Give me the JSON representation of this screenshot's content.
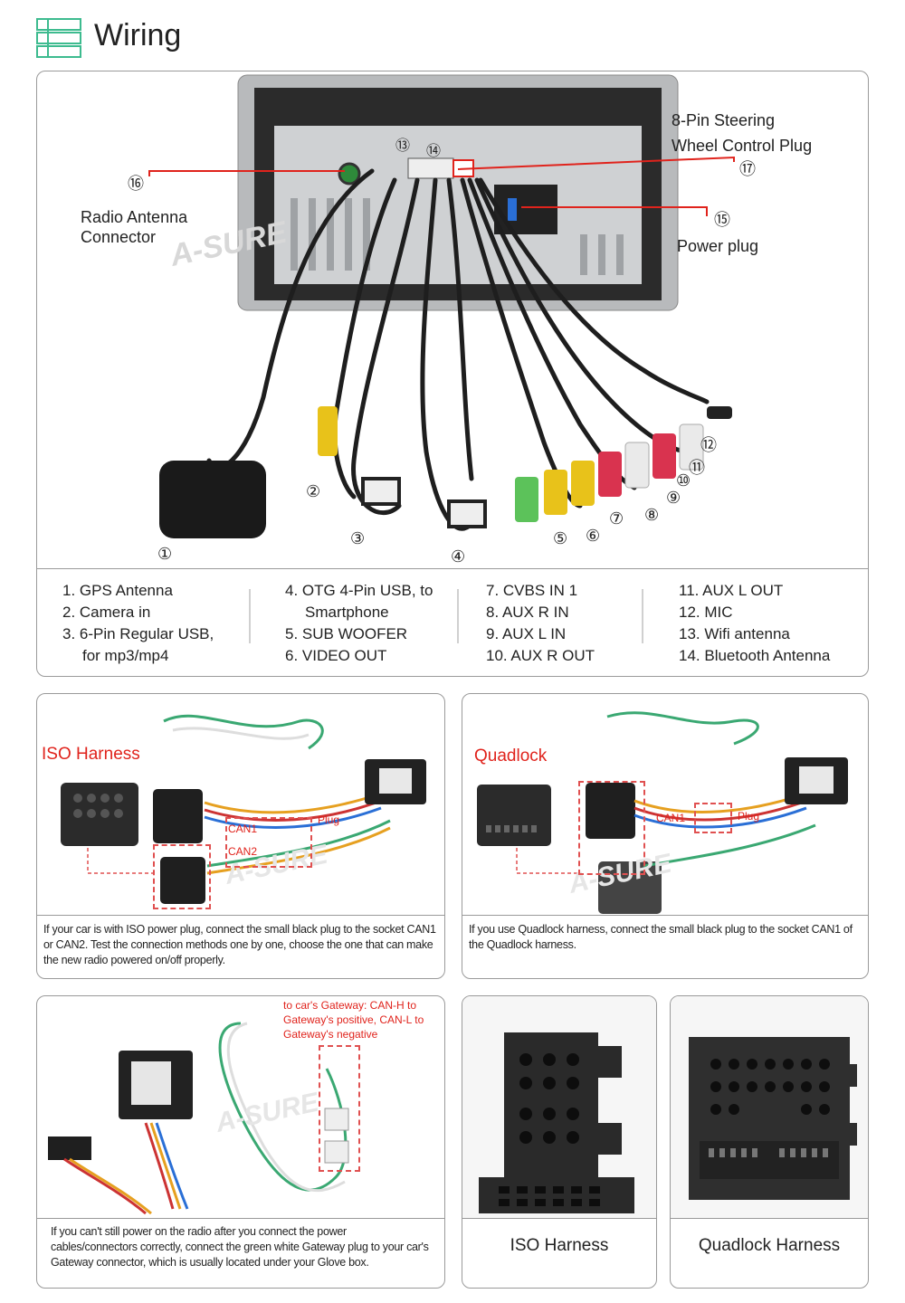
{
  "header": {
    "title": "Wiring"
  },
  "main_diagram": {
    "callouts": {
      "radio_antenna": {
        "number": "⑯",
        "label_line1": "Radio Antenna",
        "label_line2": "Connector"
      },
      "steering": {
        "label_line1": "8-Pin Steering",
        "label_line2": "Wheel Control Plug",
        "number": "⑰"
      },
      "power": {
        "number": "⑮",
        "label": "Power plug"
      },
      "n13": "⑬",
      "n14": "⑭",
      "n1": "①",
      "n2": "②",
      "n3": "③",
      "n4": "④",
      "n5": "⑤",
      "n6": "⑥",
      "n7": "⑦",
      "n8": "⑧",
      "n9": "⑨",
      "n10": "⑩",
      "n11": "⑪",
      "n12": "⑫"
    },
    "watermark": "A-SURE"
  },
  "legend": {
    "col1": [
      "1. GPS Antenna",
      "2. Camera in",
      "3. 6-Pin Regular USB,",
      "for mp3/mp4"
    ],
    "col2": [
      "4. OTG 4-Pin USB, to",
      "Smartphone",
      "5. SUB WOOFER",
      "6. VIDEO OUT"
    ],
    "col3": [
      "7. CVBS IN 1",
      "8. AUX R IN",
      "9. AUX L IN",
      "10. AUX R OUT"
    ],
    "col4": [
      "11. AUX L OUT",
      "12. MIC",
      "13. Wifi antenna",
      "14. Bluetooth Antenna"
    ]
  },
  "iso_panel": {
    "title": "ISO Harness",
    "labels": {
      "can1": "CAN1",
      "can2": "CAN2",
      "plug": "Plug"
    },
    "caption": "If your car is with ISO power plug, connect the small black plug to the socket CAN1 or CAN2. Test the connection methods one by one, choose the one that can make the new radio powered on/off properly."
  },
  "quadlock_panel": {
    "title": "Quadlock",
    "labels": {
      "can1": "CAN1",
      "plug": "Plug"
    },
    "caption": "If you use Quadlock harness, connect the small black plug to the socket CAN1 of the Quadlock harness."
  },
  "gateway_panel": {
    "note": "to car's Gateway: CAN-H to Gateway's positive, CAN-L to Gateway's negative",
    "caption": "If you can't still power on the radio after you connect the power cables/connectors correctly, connect the green white Gateway plug to your car's Gateway connector, which is usually located under your Glove box."
  },
  "iso_connector": {
    "label": "ISO Harness"
  },
  "quadlock_connector": {
    "label": "Quadlock Harness"
  },
  "colors": {
    "accent_red": "#e0231c",
    "border": "#9a9a9a",
    "icon_green": "#3dbb8f"
  }
}
